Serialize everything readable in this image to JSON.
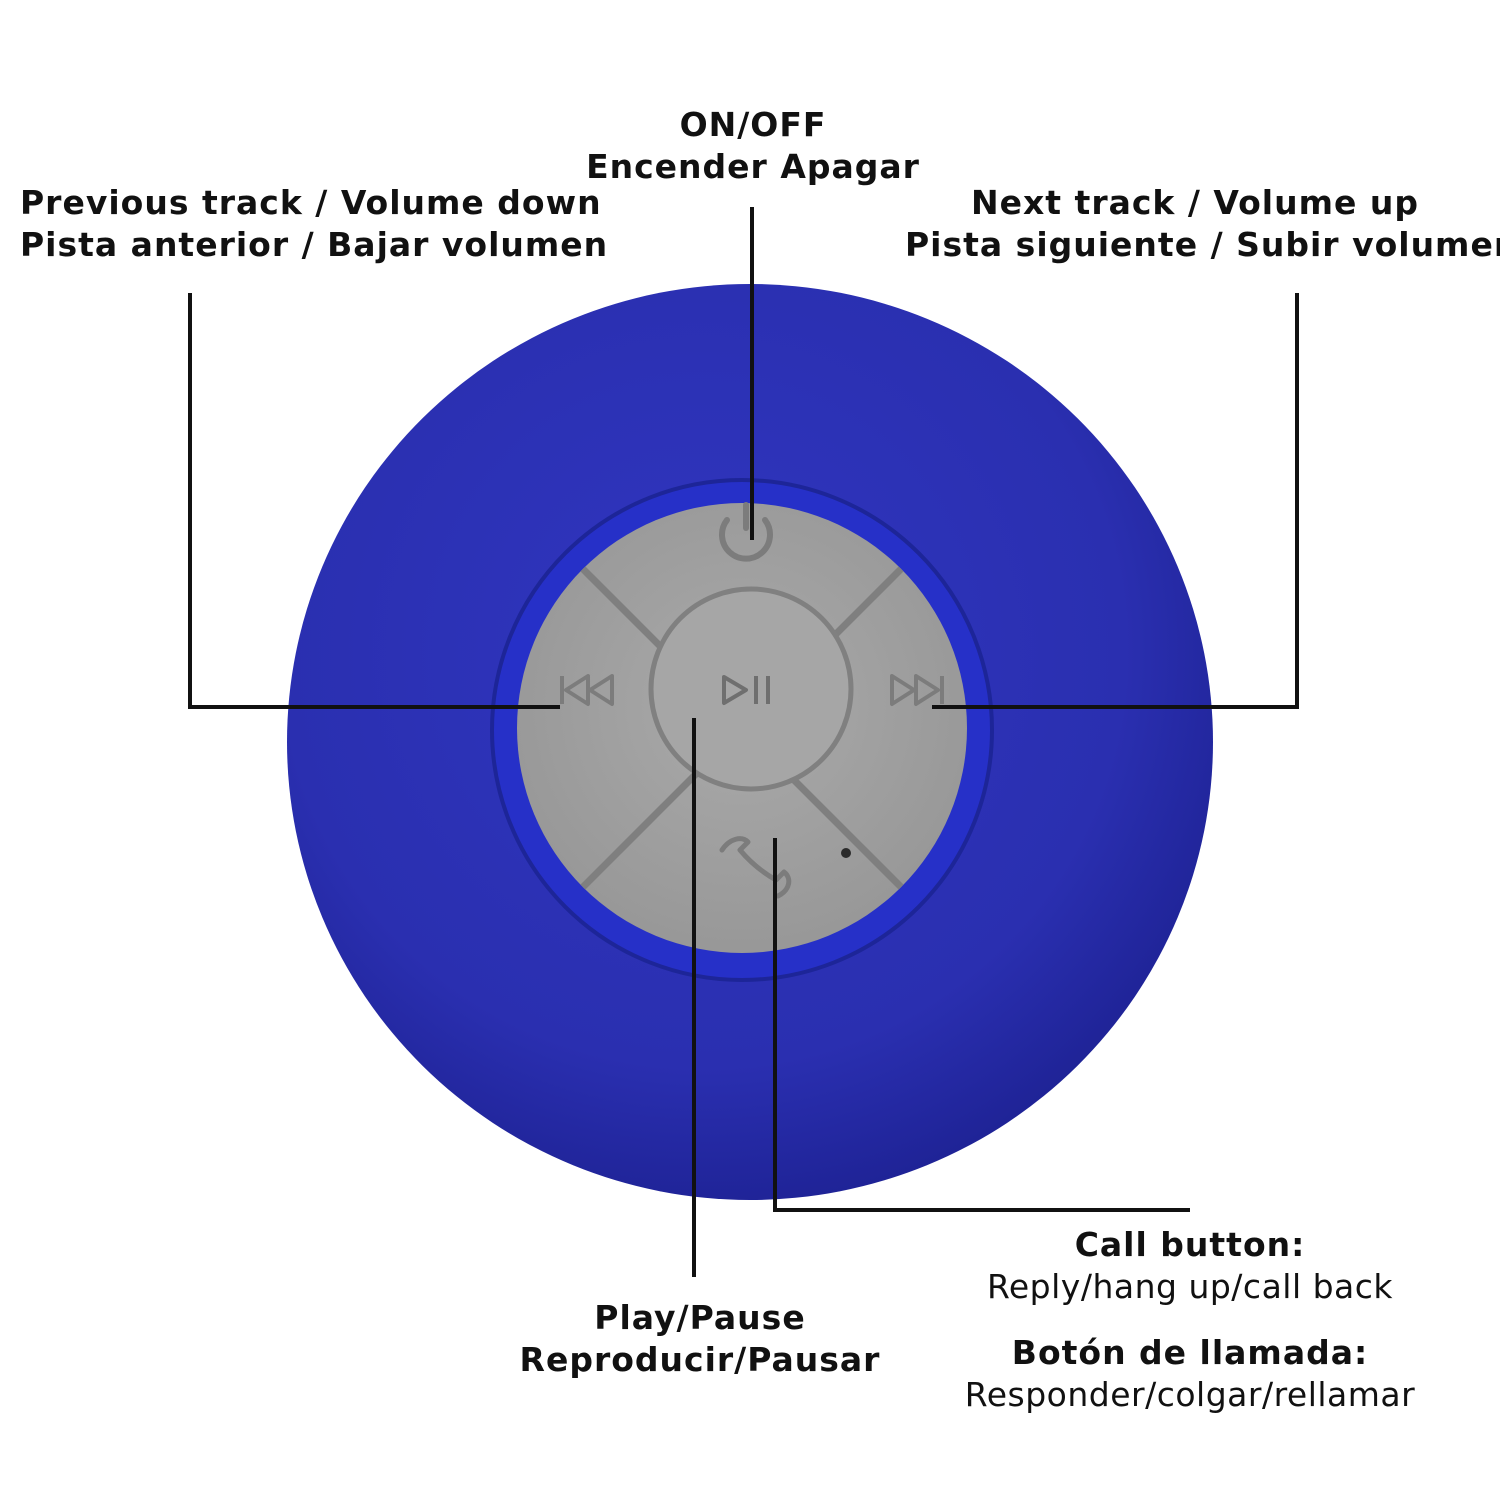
{
  "labels": {
    "power": {
      "en": "ON/OFF",
      "es": "Encender Apagar"
    },
    "previous": {
      "en": "Previous track / Volume down",
      "es": "Pista anterior / Bajar volumen"
    },
    "next": {
      "en": "Next track / Volume up",
      "es": "Pista siguiente / Subir volumen"
    },
    "play_pause": {
      "en": "Play/Pause",
      "es": "Reproducir/Pausar"
    },
    "call": {
      "en_title": "Call button:",
      "en_desc": "Reply/hang up/call back",
      "es_title": "Botón de llamada:",
      "es_desc": "Responder/colgar/rellamar"
    }
  },
  "colors": {
    "speaker_body": "#2a2fb0",
    "speaker_ring": "#2630c8",
    "button_face": "#a3a3a3",
    "button_divider": "#7f7f7f",
    "icon_stroke": "#7c7c7c",
    "leader_line": "#111111"
  },
  "icons": {
    "power": "power-icon",
    "previous": "previous-track-icon",
    "next": "next-track-icon",
    "play_pause": "play-pause-icon",
    "call": "phone-icon",
    "mic": "microphone-hole"
  }
}
